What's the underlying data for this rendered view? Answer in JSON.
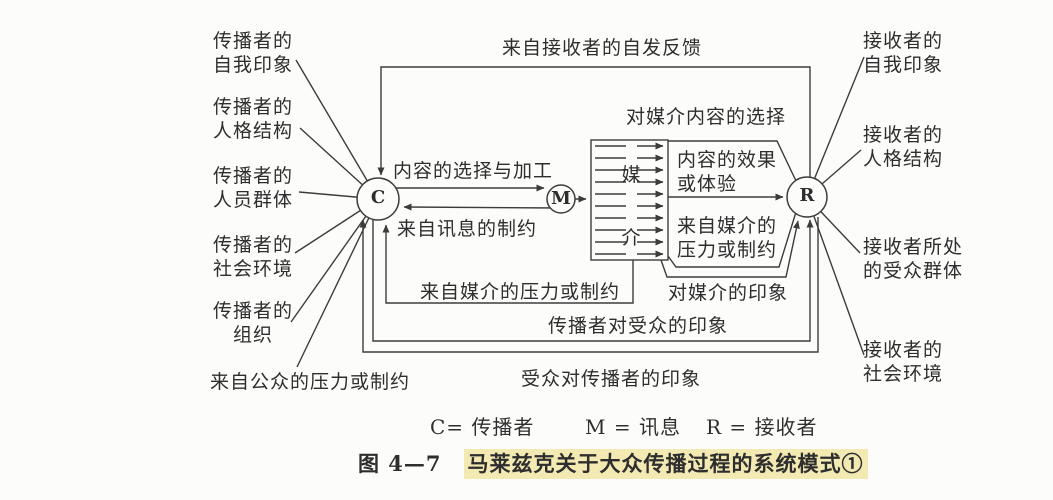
{
  "diagram": {
    "nodes": {
      "c": {
        "letter": "C"
      },
      "m": {
        "letter": "M"
      },
      "r": {
        "letter": "R"
      },
      "media": {
        "char1": "媒",
        "char2": "介"
      }
    },
    "left_labels": [
      {
        "l1": "传播者的",
        "l2": "自我印象"
      },
      {
        "l1": "传播者的",
        "l2": "人格结构"
      },
      {
        "l1": "传播者的",
        "l2": "人员群体"
      },
      {
        "l1": "传播者的",
        "l2": "社会环境"
      },
      {
        "l1": "传播者的",
        "l2": "组织"
      }
    ],
    "right_labels": [
      {
        "l1": "接收者的",
        "l2": "自我印象"
      },
      {
        "l1": "接收者的",
        "l2": "人格结构"
      },
      {
        "l1": "接收者所处",
        "l2": "的受众群体"
      },
      {
        "l1": "接收者的",
        "l2": "社会环境"
      }
    ],
    "edge_labels": {
      "feedback_top": "来自接收者的自发反馈",
      "content_selection": "内容的选择与加工",
      "message_constraint": "来自讯息的制约",
      "media_content_selection": "对媒介内容的选择",
      "content_effect_l1": "内容的效果",
      "content_effect_l2": "或体验",
      "media_pressure_r_l1": "来自媒介的",
      "media_pressure_r_l2": "压力或制约",
      "media_impression": "对媒介的印象",
      "media_pressure_c": "来自媒介的压力或制约",
      "communicator_impression": "传播者对受众的印象",
      "audience_impression": "受众对传播者的印象",
      "public_pressure": "来自公众的压力或制约"
    }
  },
  "legend": {
    "c": "C= 传播者",
    "m": "M = 讯息",
    "r": "R = 接收者"
  },
  "caption": {
    "prefix": "图 4—7",
    "title_highlighted": "马莱兹克关于大众传播过程的系统模式①"
  },
  "colors": {
    "line": "#3c3c3c",
    "caption_highlight": "#f3e9b2",
    "background": "#fcfcfb"
  }
}
